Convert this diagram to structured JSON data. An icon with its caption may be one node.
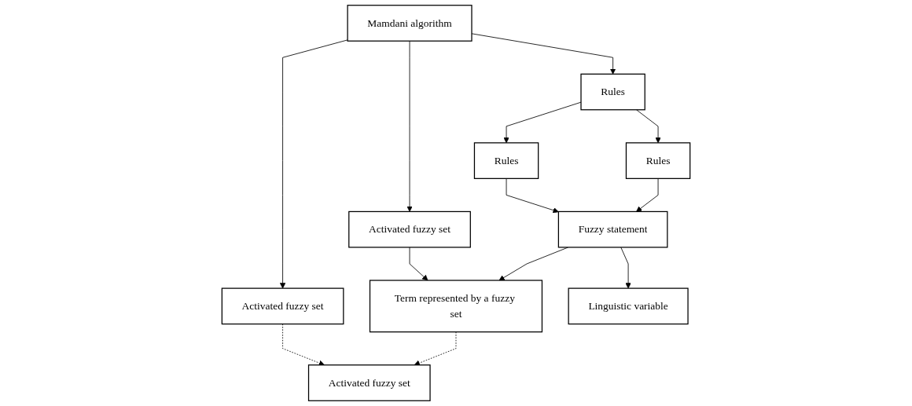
{
  "diagram": {
    "nodes": [
      {
        "text": [
          "Rules"
        ]
      },
      {
        "text": [
          "Mamdani algorithm"
        ]
      },
      {
        "text": [
          "Rules"
        ]
      },
      {
        "text": [
          "Rules"
        ]
      },
      {
        "text": [
          "Activated fuzzy set"
        ]
      },
      {
        "text": [
          "Activated fuzzy set"
        ]
      },
      {
        "text": [
          "Fuzzy statement"
        ]
      },
      {
        "text": [
          "Term represented by a fuzzy set"
        ]
      },
      {
        "text": [
          "Activated fuzzy set"
        ]
      },
      {
        "text": [
          "Linguistic variable"
        ]
      }
    ],
    "edges": [
      {
        "from": 1,
        "to": 0,
        "arrow": "to"
      },
      {
        "from": 0,
        "to": 2,
        "arrow": "to"
      },
      {
        "from": 0,
        "to": 3,
        "arrow": "to"
      },
      {
        "from": 1,
        "to": 4,
        "arrow": "to"
      },
      {
        "from": 1,
        "to": 5,
        "arrow": "to"
      },
      {
        "from": 2,
        "to": 6,
        "arrow": "to"
      },
      {
        "from": 3,
        "to": 6,
        "arrow": "to"
      },
      {
        "from": 4,
        "to": 7,
        "arrow": "to"
      },
      {
        "from": 5,
        "to": 8,
        "arrow": "to",
        "style": "dashed"
      },
      {
        "from": 6,
        "to": 7,
        "arrow": "to"
      },
      {
        "from": 7,
        "to": 8,
        "arrow": "to",
        "style": "dashed"
      },
      {
        "from": 6,
        "to": 9,
        "arrow": "to"
      }
    ]
  }
}
